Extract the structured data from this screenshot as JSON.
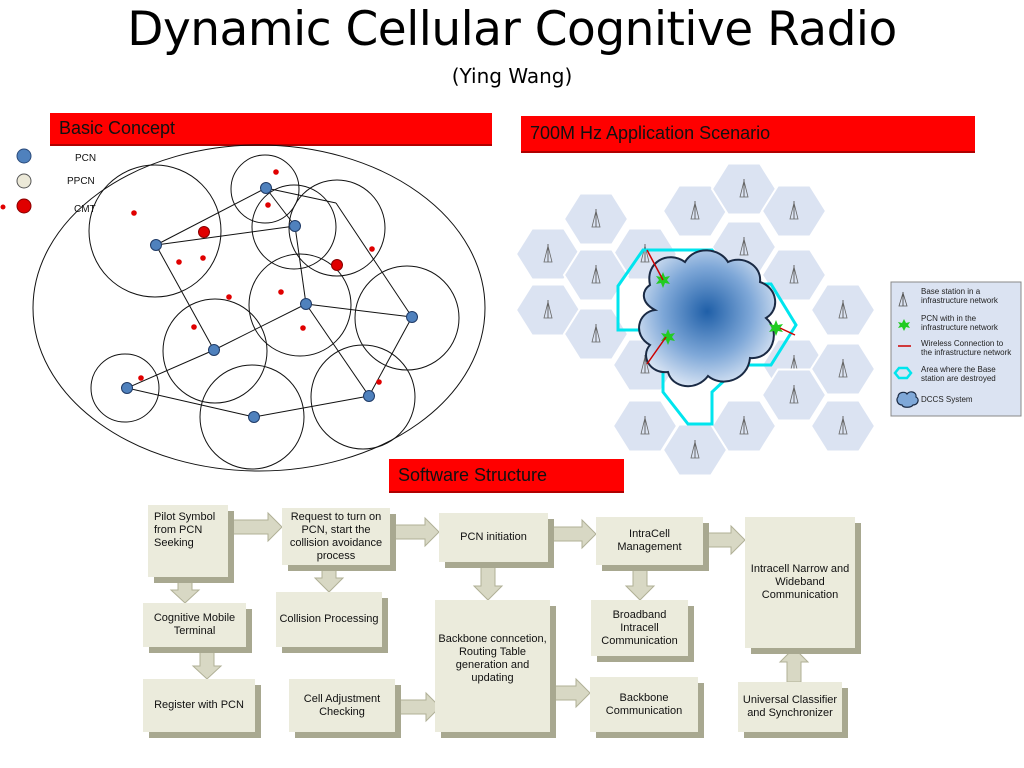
{
  "title": "Dynamic Cellular Cognitive Radio",
  "subtitle": "(Ying Wang)",
  "sections": {
    "basic_concept": "Basic Concept",
    "application": "700M Hz Application Scenario",
    "software": "Software Structure"
  },
  "concept_legend": {
    "pcn": "PCN",
    "ppcn": "PPCN",
    "cmt": "CMT"
  },
  "scenario_legend": {
    "base_station": "Base station in a infrastructure network",
    "pcn_infra": "PCN with in the infrastructure network",
    "wireless": "Wireless Connection to the infrastructure network",
    "destroyed": "Area where the Base station are destroyed",
    "dccs": "DCCS System"
  },
  "flow": {
    "pilot": "Pilot Symbol from PCN Seeking",
    "request": "Request to turn on PCN, start the collision avoidance process",
    "pcn_init": "PCN initiation",
    "intracell_mgmt": "IntraCell Management",
    "intracell_comm": "Intracell Narrow and Wideband Communication",
    "cmt": "Cognitive Mobile Terminal",
    "collision": "Collision Processing",
    "backbone_conn": "Backbone conncetion, Routing Table generation and updating",
    "broadband": "Broadband Intracell Communication",
    "register": "Register  with PCN",
    "cell_adj": "Cell Adjustment Checking",
    "backbone_comm": "Backbone Communication",
    "universal": "Universal Classifier and Synchronizer"
  },
  "colors": {
    "banner": "#ff0000",
    "pcn": "#4f81bd",
    "ppcn": "#ece9d8",
    "cmt": "#e00000",
    "box": "#ebebdc",
    "hex_fill": "#dbe3f2",
    "destroyed_outline": "#00e5ee",
    "pcn_infra": "#22cc22"
  }
}
